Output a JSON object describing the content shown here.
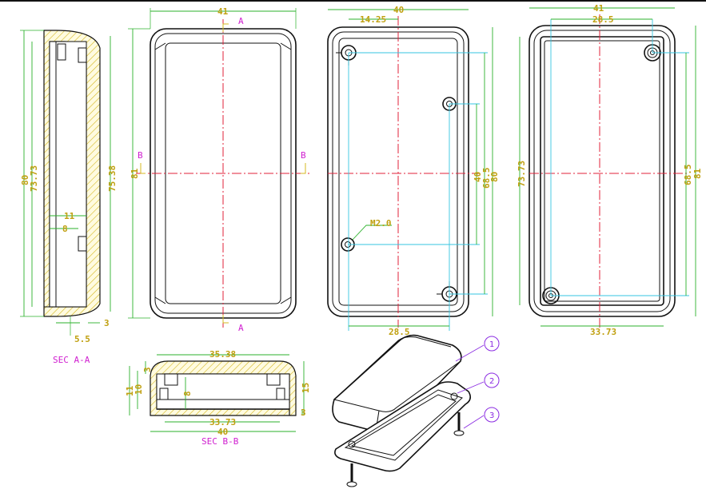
{
  "section_labels": {
    "sec_a": "SEC A-A",
    "sec_b": "SEC B-B"
  },
  "cut_markers": {
    "a": "A",
    "b": "B"
  },
  "side_section": {
    "overall_height": "80",
    "inner_height": "73.73",
    "right_height": "75.38",
    "inner_width": "11",
    "boss_height": "8",
    "bottom_offset": "5.5",
    "wall": "3"
  },
  "front_view": {
    "width": "41",
    "height": "81"
  },
  "bottom_view": {
    "width": "40",
    "boss_offset": "14.25",
    "boss_span_h": "28.5",
    "boss_span_v1": "40",
    "boss_span_v2": "68.5",
    "height": "80",
    "thread": "M2.0"
  },
  "lid_view": {
    "width": "41",
    "inner_span": "28.5",
    "inner_width": "33.73",
    "height_left": "73.73",
    "height_span": "68.5",
    "height": "81"
  },
  "cross_section": {
    "top_width": "35.38",
    "inner_width": "33.73",
    "bottom_width": "40",
    "height": "11",
    "inner_height": "10",
    "lip": "3",
    "boss": "8",
    "overall": "15",
    "wall": "3"
  },
  "balloons": [
    "1",
    "2",
    "3"
  ],
  "colors": {
    "outline": "#111111",
    "centerline": "#e0203a",
    "dimension": "#2bb22b",
    "dim_text": "#c0a010",
    "labels": "#d020d0"
  }
}
